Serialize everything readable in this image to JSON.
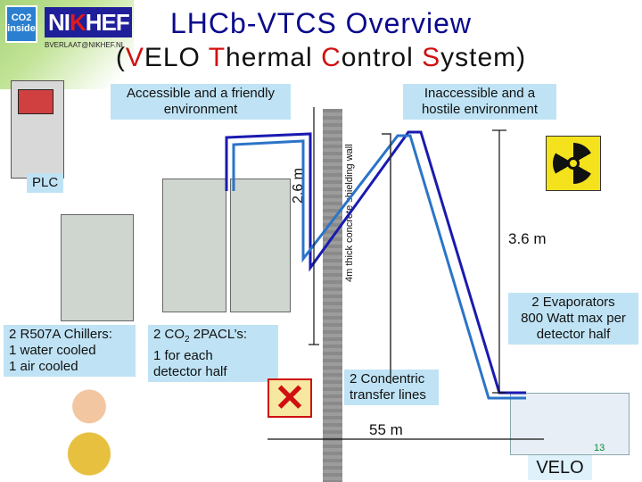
{
  "header": {
    "title": "LHCb-VTCS Overview",
    "subtitle_prefix": "(",
    "sub_parts": [
      {
        "text": "V",
        "red": true
      },
      {
        "text": "ELO ",
        "red": false
      },
      {
        "text": "T",
        "red": true
      },
      {
        "text": "hermal ",
        "red": false
      },
      {
        "text": "C",
        "red": true
      },
      {
        "text": "ontrol ",
        "red": false
      },
      {
        "text": "S",
        "red": true
      },
      {
        "text": "ystem)",
        "red": false
      }
    ]
  },
  "logos": {
    "co2_text": "CO2 inside",
    "nikhef_pre": "NI",
    "nikhef_k": "K",
    "nikhef_post": "HEF",
    "email": "BVERLAAT@NIKHEF.NL"
  },
  "labels": {
    "accessible": "Accessible and a friendly environment",
    "inaccessible": "Inaccessible and a hostile environment",
    "plc": "PLC",
    "height_26": "2.6 m",
    "wall": "4m thick concrete shielding wall",
    "height_36": "3.6 m",
    "chillers": [
      "2 R507A Chillers:",
      "1 water cooled",
      "1 air cooled"
    ],
    "pacl": [
      "2 CO",
      "2",
      " 2PACL’s:",
      "1 for each",
      "detector half"
    ],
    "evaporators": [
      "2 Evaporators",
      "800 Watt max per",
      "detector half"
    ],
    "transfer": [
      "2 Concentric",
      "transfer lines"
    ],
    "distance": "55 m",
    "velo": "VELO",
    "slide_number": "13"
  },
  "colors": {
    "title": "#0a0a8c",
    "accent_red": "#d01010",
    "label_box": "#bfe3f5",
    "line_blue": "#1a1ab0"
  }
}
